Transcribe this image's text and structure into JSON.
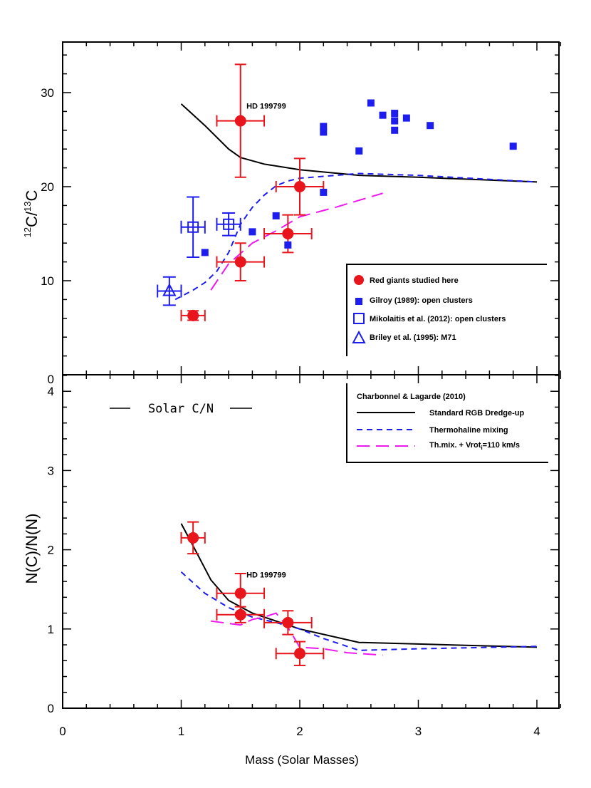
{
  "chart_data": [
    {
      "type": "scatter",
      "panel": "top",
      "ylabel": "12C/13C",
      "ylabel_parts": {
        "sup1": "12",
        "main1": "C/",
        "sup2": "13",
        "main2": "C"
      },
      "xlim": [
        0,
        4.2
      ],
      "ylim": [
        0,
        36
      ],
      "x_ticks": [],
      "y_ticks": [
        "10",
        "20",
        "30"
      ],
      "y_tick_values": [
        10,
        20,
        30
      ],
      "y_zero_label": "0",
      "annotation": {
        "text": "HD 199799",
        "x": 1.55,
        "y": 28.3
      },
      "series": [
        {
          "name": "Red giants studied here",
          "marker": "filled-circle",
          "color": "#e8161c",
          "points": [
            {
              "x": 1.1,
              "y": 6.3,
              "xerr": 0.1,
              "yerr": 0.5
            },
            {
              "x": 1.5,
              "y": 27.0,
              "xerr": 0.2,
              "yerr": 6.0
            },
            {
              "x": 1.5,
              "y": 12.0,
              "xerr": 0.2,
              "yerr": 2.0
            },
            {
              "x": 1.9,
              "y": 15.0,
              "xerr": 0.2,
              "yerr": 2.0
            },
            {
              "x": 2.0,
              "y": 20.0,
              "xerr": 0.2,
              "yerr": 3.0
            }
          ]
        },
        {
          "name": "Gilroy (1989): open clusters",
          "marker": "filled-square",
          "color": "#1d1df0",
          "points": [
            {
              "x": 1.2,
              "y": 13.0
            },
            {
              "x": 1.6,
              "y": 15.2
            },
            {
              "x": 1.8,
              "y": 16.9
            },
            {
              "x": 1.9,
              "y": 13.8
            },
            {
              "x": 2.2,
              "y": 19.4
            },
            {
              "x": 2.2,
              "y": 25.8
            },
            {
              "x": 2.2,
              "y": 26.4
            },
            {
              "x": 2.5,
              "y": 23.8
            },
            {
              "x": 2.6,
              "y": 28.9
            },
            {
              "x": 2.7,
              "y": 27.6
            },
            {
              "x": 2.8,
              "y": 26.0
            },
            {
              "x": 2.8,
              "y": 27.0
            },
            {
              "x": 2.8,
              "y": 27.8
            },
            {
              "x": 2.9,
              "y": 27.3
            },
            {
              "x": 3.1,
              "y": 26.5
            },
            {
              "x": 3.8,
              "y": 24.3
            }
          ]
        },
        {
          "name": "Mikolaitis et al. (2012): open clusters",
          "marker": "open-square",
          "color": "#1d1df0",
          "points": [
            {
              "x": 1.1,
              "y": 15.7,
              "xerr": 0.1,
              "yerr": 3.2
            },
            {
              "x": 1.4,
              "y": 16.0,
              "xerr": 0.1,
              "yerr": 1.2
            }
          ]
        },
        {
          "name": "Briley et al. (1995): M71",
          "marker": "open-triangle",
          "color": "#1d1df0",
          "points": [
            {
              "x": 0.9,
              "y": 8.9,
              "xerr": 0.1,
              "yerr": 1.5
            }
          ]
        }
      ],
      "lines": [
        {
          "name": "Standard RGB Dredge-up",
          "style": "solid",
          "color": "#000000",
          "x": [
            1.0,
            1.2,
            1.4,
            1.5,
            1.7,
            2.0,
            2.5,
            3.0,
            4.0
          ],
          "y": [
            28.8,
            26.5,
            24.0,
            23.1,
            22.4,
            21.8,
            21.2,
            21.0,
            20.5
          ]
        },
        {
          "name": "Thermohaline mixing",
          "style": "dashed",
          "color": "#1d1df0",
          "x": [
            0.95,
            1.1,
            1.2,
            1.3,
            1.4,
            1.5,
            1.6,
            1.7,
            1.8,
            1.9,
            2.0,
            2.2,
            2.5,
            3.0,
            4.0
          ],
          "y": [
            8.0,
            9.0,
            9.8,
            11.0,
            13.0,
            16.0,
            17.8,
            19.1,
            20.1,
            20.6,
            20.9,
            21.1,
            21.4,
            21.2,
            20.5
          ]
        },
        {
          "name": "Th.mix. + Vrot=110 km/s",
          "style": "longdash",
          "color": "#ee18ee",
          "x": [
            1.25,
            1.4,
            1.6,
            1.8,
            2.0,
            2.3,
            2.7
          ],
          "y": [
            9.0,
            11.8,
            14.0,
            15.3,
            16.8,
            17.8,
            19.3
          ]
        }
      ],
      "legend": {
        "placement": "bottom-right",
        "entries": [
          {
            "label": "Red giants studied here",
            "marker": "filled-circle",
            "color": "#e8161c"
          },
          {
            "label": "Gilroy (1989): open clusters",
            "marker": "filled-square",
            "color": "#1d1df0"
          },
          {
            "label": "Mikolaitis et al. (2012): open clusters",
            "marker": "open-square",
            "color": "#1d1df0"
          },
          {
            "label": "Briley et al. (1995): M71",
            "marker": "open-triangle",
            "color": "#1d1df0"
          }
        ]
      }
    },
    {
      "type": "scatter",
      "panel": "bottom",
      "ylabel": "N(C)/N(N)",
      "xlabel": "Mass (Solar Masses)",
      "xlim": [
        0,
        4.2
      ],
      "ylim": [
        0,
        4.2
      ],
      "x_ticks": [
        "0",
        "1",
        "2",
        "3",
        "4"
      ],
      "x_tick_values": [
        0,
        1,
        2,
        3,
        4
      ],
      "y_ticks": [
        "0",
        "1",
        "2",
        "3",
        "4"
      ],
      "y_tick_values": [
        0,
        1,
        2,
        3,
        4
      ],
      "annotation": {
        "text": "HD 199799",
        "x": 1.55,
        "y": 1.65
      },
      "solar_label": "Solar C/N",
      "series": [
        {
          "name": "Red giants studied here",
          "marker": "filled-circle",
          "color": "#e8161c",
          "points": [
            {
              "x": 1.1,
              "y": 2.15,
              "xerr": 0.1,
              "yerr": 0.2
            },
            {
              "x": 1.5,
              "y": 1.45,
              "xerr": 0.2,
              "yerr": 0.25
            },
            {
              "x": 1.5,
              "y": 1.18,
              "xerr": 0.2,
              "yerr": 0.1
            },
            {
              "x": 1.9,
              "y": 1.08,
              "xerr": 0.2,
              "yerr": 0.15
            },
            {
              "x": 2.0,
              "y": 0.69,
              "xerr": 0.2,
              "yerr": 0.15
            }
          ]
        }
      ],
      "lines": [
        {
          "name": "Standard RGB Dredge-up",
          "style": "solid",
          "color": "#000000",
          "x": [
            1.0,
            1.1,
            1.25,
            1.4,
            1.6,
            1.8,
            2.0,
            2.5,
            3.0,
            4.0
          ],
          "y": [
            2.33,
            2.05,
            1.62,
            1.36,
            1.2,
            1.1,
            1.0,
            0.83,
            0.81,
            0.77
          ]
        },
        {
          "name": "Thermohaline mixing",
          "style": "dashed",
          "color": "#1d1df0",
          "x": [
            1.0,
            1.2,
            1.4,
            1.6,
            1.8,
            2.0,
            2.2,
            2.5,
            3.0,
            4.0
          ],
          "y": [
            1.72,
            1.45,
            1.27,
            1.15,
            1.08,
            1.0,
            0.88,
            0.73,
            0.75,
            0.78
          ]
        },
        {
          "name": "Th.mix. + Vrot=110 km/s",
          "style": "longdash",
          "color": "#ee18ee",
          "x": [
            1.25,
            1.4,
            1.5,
            1.6,
            1.7,
            1.8,
            1.9,
            2.0,
            2.2,
            2.4,
            2.7
          ],
          "y": [
            1.1,
            1.07,
            1.05,
            1.12,
            1.15,
            1.2,
            1.02,
            0.77,
            0.75,
            0.7,
            0.67
          ]
        }
      ],
      "legend": {
        "placement": "top-right",
        "title": "Charbonnel & Lagarde (2010)",
        "entries": [
          {
            "label": "Standard RGB Dredge-up",
            "style": "solid",
            "color": "#000000"
          },
          {
            "label": "Thermohaline mixing",
            "style": "dashed",
            "color": "#1d1df0"
          },
          {
            "label_main": "Th.mix. + Vrot",
            "label_sub": "i",
            "label_tail": "=110 km/s",
            "style": "longdash",
            "color": "#ee18ee"
          }
        ]
      }
    }
  ]
}
